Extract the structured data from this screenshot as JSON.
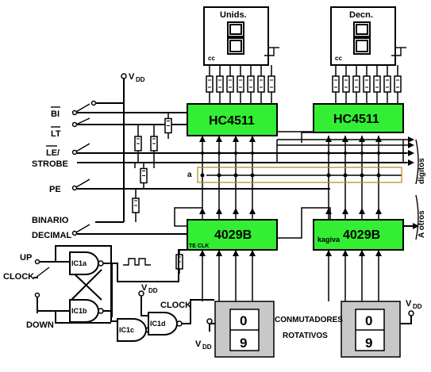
{
  "displays": {
    "units_label": "Unids.",
    "tens_label": "Decn.",
    "cc_label": "cc"
  },
  "chips": {
    "decoder_left": "HC4511",
    "decoder_right": "HC4511",
    "counter_left": "4029B",
    "counter_right": "4029B",
    "gate_a": "IC1a",
    "gate_b": "IC1b",
    "gate_c": "IC1c",
    "gate_d": "IC1d"
  },
  "labels": {
    "vdd_top": "V",
    "vdd_sub": "DD",
    "bi": "BI",
    "lt": "LT",
    "le": "LE/",
    "strobe": "STROBE",
    "pe": "PE",
    "binario": "BINARIO",
    "decimal": "DECIMAL",
    "up": "UP",
    "clock_left": "CLOCK",
    "down": "DOWN",
    "clock_mid": "CLOCK",
    "te_clk": "TE CLK",
    "kagiva": "kagiva",
    "a_node": "a",
    "digitos": "digitos",
    "a_otros": "A otros",
    "conmutadores": "CONMUTADORES",
    "rotativos": "ROTATIVOS"
  },
  "switches": {
    "left_top": "0",
    "left_bottom": "9",
    "right_top": "0",
    "right_bottom": "9"
  },
  "display_digits": {
    "units": "8",
    "tens": "8"
  }
}
